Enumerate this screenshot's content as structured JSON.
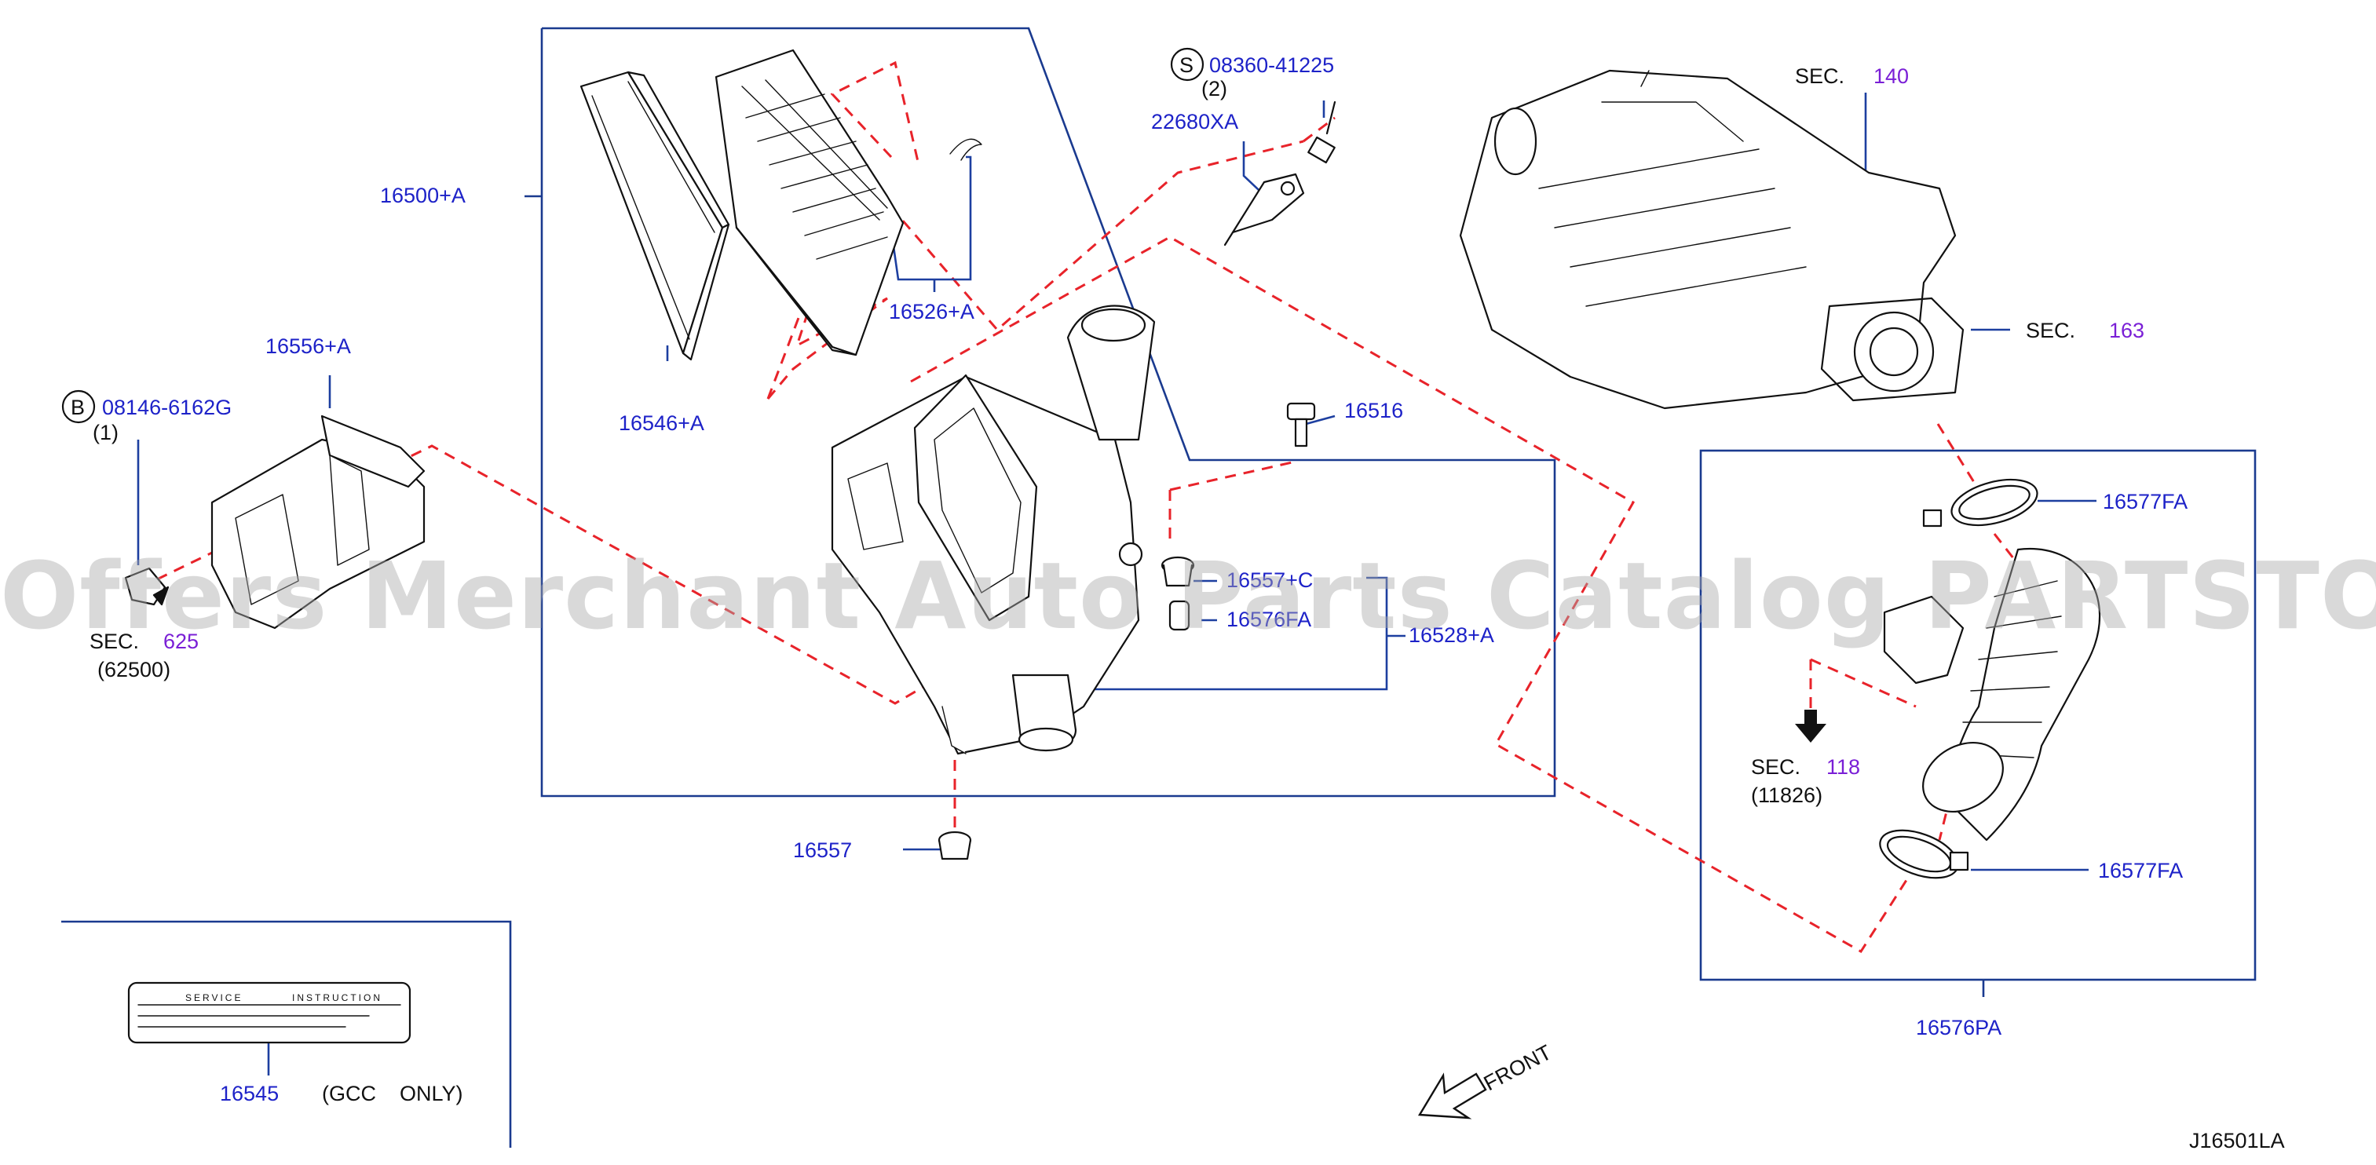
{
  "diagram_code": "J16501LA",
  "watermark": "Offers Merchant Auto Parts Catalog PARTSTORE.SA",
  "front_label": "FRONT",
  "labels": {
    "p16500A": "16500+A",
    "p16546A": "16546+A",
    "p16526A": "16526+A",
    "p22680XA": "22680XA",
    "p08360": "08360-41225",
    "p08360_letter": "S",
    "p08360_qty": "(2)",
    "p16556A": "16556+A",
    "p08146": "08146-6162G",
    "p08146_letter": "B",
    "p08146_qty": "(1)",
    "sec625_prefix": "SEC.",
    "sec625_num": "625",
    "sec625_sub": "(62500)",
    "p16516": "16516",
    "p16557C": "16557+C",
    "p16576FA_mid": "16576FA",
    "p16528A": "16528+A",
    "p16557": "16557",
    "sec140_prefix": "SEC.",
    "sec140_num": "140",
    "sec163_prefix": "SEC.",
    "sec163_num": "163",
    "p16577FA_top": "16577FA",
    "p16577FA_bottom": "16577FA",
    "sec118_prefix": "SEC.",
    "sec118_num": "118",
    "sec118_sub": "(11826)",
    "p16576PA": "16576PA",
    "p16545": "16545",
    "gcc_note": "(GCC    ONLY)",
    "label_service": "SERVICE",
    "label_instruction": "INSTRUCTION"
  },
  "colors": {
    "part_number": "#1d22c8",
    "section_ref": "#7a1fd6",
    "leader": "#1d3fa0",
    "dashed_guide": "#e8232a",
    "frame": "#1a3a8f"
  }
}
